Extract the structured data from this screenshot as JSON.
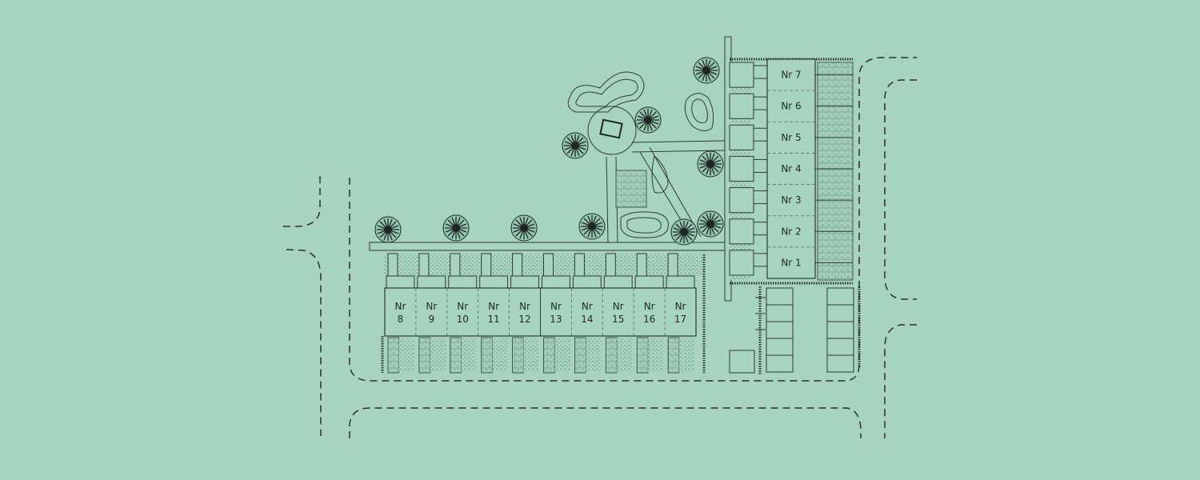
{
  "units": [
    {
      "id": "nr-1",
      "label": "Nr 1"
    },
    {
      "id": "nr-2",
      "label": "Nr 2"
    },
    {
      "id": "nr-3",
      "label": "Nr 3"
    },
    {
      "id": "nr-4",
      "label": "Nr 4"
    },
    {
      "id": "nr-5",
      "label": "Nr 5"
    },
    {
      "id": "nr-6",
      "label": "Nr 6"
    },
    {
      "id": "nr-7",
      "label": "Nr 7"
    },
    {
      "id": "nr-8",
      "line1": "Nr",
      "line2": "8"
    },
    {
      "id": "nr-9",
      "line1": "Nr",
      "line2": "9"
    },
    {
      "id": "nr-10",
      "line1": "Nr",
      "line2": "10"
    },
    {
      "id": "nr-11",
      "line1": "Nr",
      "line2": "11"
    },
    {
      "id": "nr-12",
      "line1": "Nr",
      "line2": "12"
    },
    {
      "id": "nr-13",
      "line1": "Nr",
      "line2": "13"
    },
    {
      "id": "nr-14",
      "line1": "Nr",
      "line2": "14"
    },
    {
      "id": "nr-15",
      "line1": "Nr",
      "line2": "15"
    },
    {
      "id": "nr-16",
      "line1": "Nr",
      "line2": "16"
    },
    {
      "id": "nr-17",
      "line1": "Nr",
      "line2": "17"
    }
  ],
  "colors": {
    "background": "#a6d4c0",
    "ink": "#2f3a35"
  },
  "icons": {
    "tree": "tree-icon",
    "building": "pavilion-icon",
    "parking": "parking-space-icon"
  }
}
